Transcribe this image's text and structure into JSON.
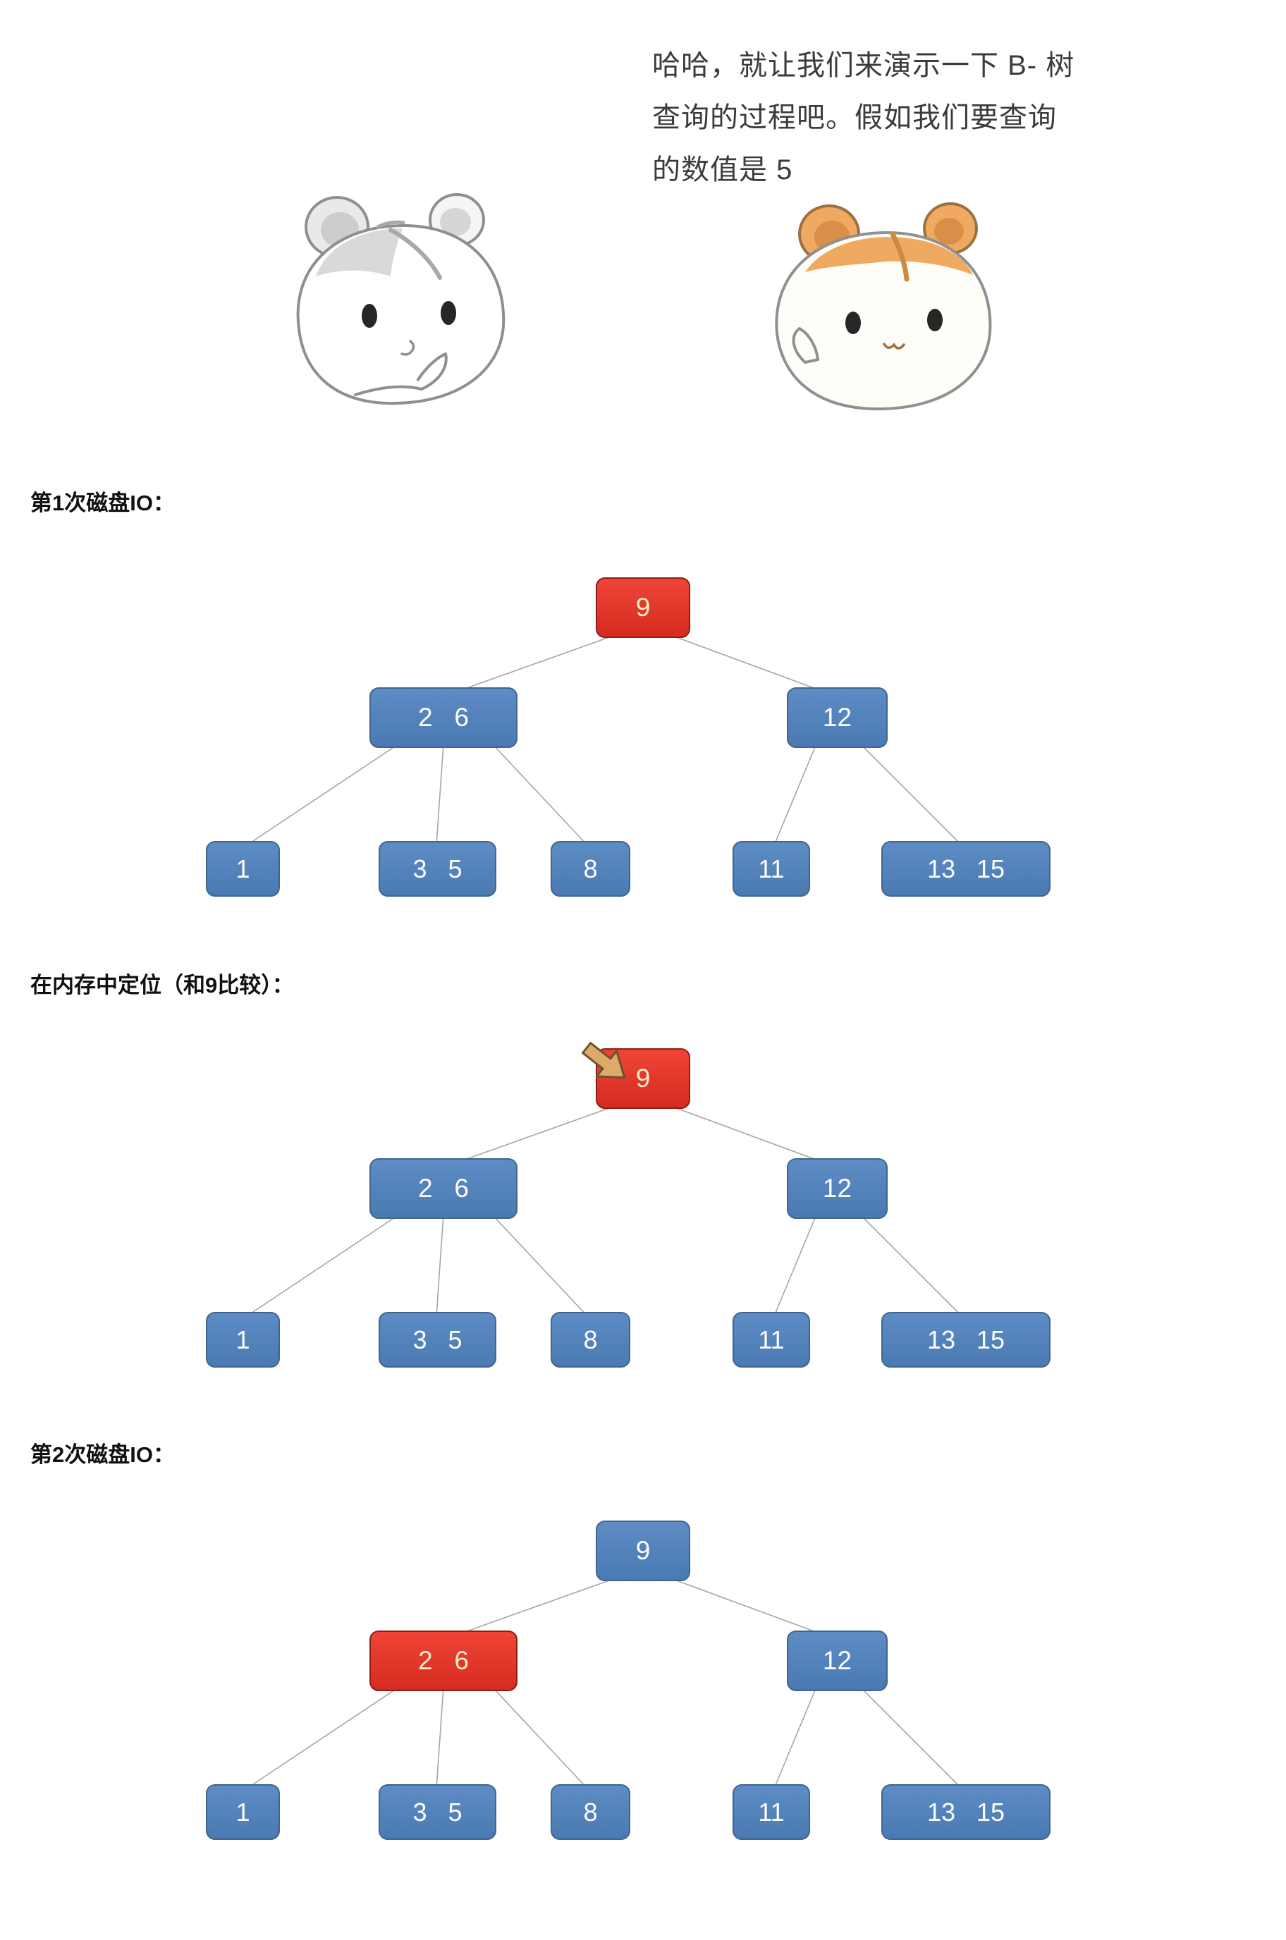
{
  "speech": {
    "line1": "哈哈，就让我们来演示一下 B- 树",
    "line2": "查询的过程吧。假如我们要查询",
    "line3": "的数值是 5"
  },
  "sections": [
    {
      "label": "第1次磁盘IO：",
      "tree": {
        "root": {
          "text": "9",
          "variant": "red"
        },
        "left": {
          "text": "2   6",
          "variant": "blue"
        },
        "right": {
          "text": "12",
          "variant": "blue"
        },
        "leaf1": {
          "text": "1",
          "variant": "blue"
        },
        "leaf2": {
          "text": "3   5",
          "variant": "blue"
        },
        "leaf3": {
          "text": "8",
          "variant": "blue"
        },
        "leaf4": {
          "text": "11",
          "variant": "blue"
        },
        "leaf5": {
          "text": "13   15",
          "variant": "blue"
        }
      }
    },
    {
      "label": "在内存中定位（和9比较）：",
      "pointer_icon": "arrow-cursor",
      "tree": {
        "root": {
          "text": "9",
          "variant": "red"
        },
        "left": {
          "text": "2   6",
          "variant": "blue"
        },
        "right": {
          "text": "12",
          "variant": "blue"
        },
        "leaf1": {
          "text": "1",
          "variant": "blue"
        },
        "leaf2": {
          "text": "3   5",
          "variant": "blue"
        },
        "leaf3": {
          "text": "8",
          "variant": "blue"
        },
        "leaf4": {
          "text": "11",
          "variant": "blue"
        },
        "leaf5": {
          "text": "13   15",
          "variant": "blue"
        }
      }
    },
    {
      "label": "第2次磁盘IO：",
      "tree": {
        "root": {
          "text": "9",
          "variant": "blue"
        },
        "left": {
          "text": "2   6",
          "variant": "red"
        },
        "right": {
          "text": "12",
          "variant": "blue"
        },
        "leaf1": {
          "text": "1",
          "variant": "blue"
        },
        "leaf2": {
          "text": "3   5",
          "variant": "blue"
        },
        "leaf3": {
          "text": "8",
          "variant": "blue"
        },
        "leaf4": {
          "text": "11",
          "variant": "blue"
        },
        "leaf5": {
          "text": "13   15",
          "variant": "blue"
        }
      }
    }
  ],
  "colors": {
    "node_blue_fill": "#4f81bd",
    "node_blue_border": "#41658e",
    "node_red_fill": "#e1332a",
    "node_red_border": "#8f1d15",
    "node_text_on_blue": "#fdfdfd",
    "node_text_on_red": "#f7efc8",
    "edge_line": "#a6a6a6",
    "pointer_arrow": "#dcaa6b",
    "page_background": "#ffffff"
  }
}
